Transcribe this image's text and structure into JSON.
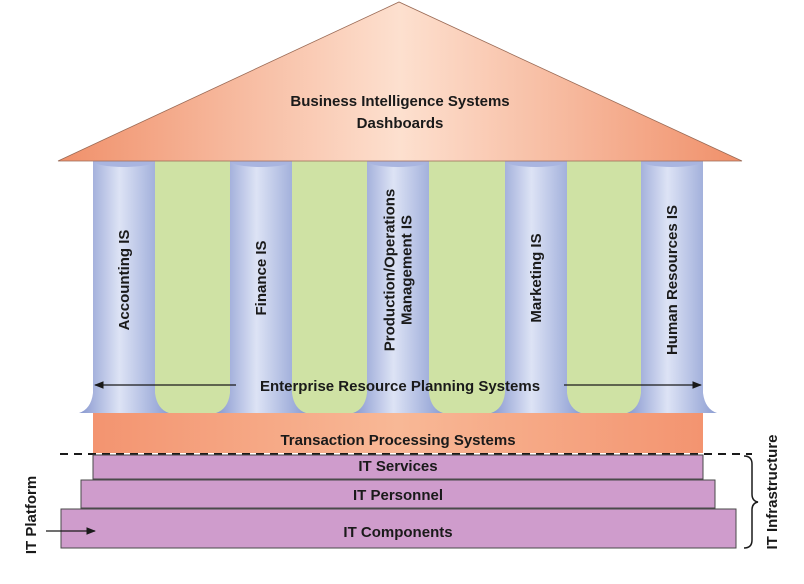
{
  "roof": {
    "line1": "Business Intelligence Systems",
    "line2": "Dashboards"
  },
  "pillars": [
    {
      "lines": [
        "Accounting IS"
      ]
    },
    {
      "lines": [
        "Finance IS"
      ]
    },
    {
      "lines": [
        "Production/Operations",
        "Management IS"
      ]
    },
    {
      "lines": [
        "Marketing IS"
      ]
    },
    {
      "lines": [
        "Human Resources IS"
      ]
    }
  ],
  "erp_label": "Enterprise Resource Planning Systems",
  "tps_label": "Transaction Processing Systems",
  "steps": {
    "services": "IT Services",
    "personnel": "IT Personnel",
    "components": "IT Components"
  },
  "side_labels": {
    "platform": "IT Platform",
    "infrastructure": "IT Infrastructure"
  },
  "colors": {
    "roof_light": "#fde0cf",
    "roof_dark": "#f0906a",
    "green_panel": "#cfe2a4",
    "pillar_light": "#d9e0f4",
    "pillar_dark": "#8c9dd2",
    "tps_band": "#f6a47e",
    "steps_fill": "#cf9ccc"
  }
}
